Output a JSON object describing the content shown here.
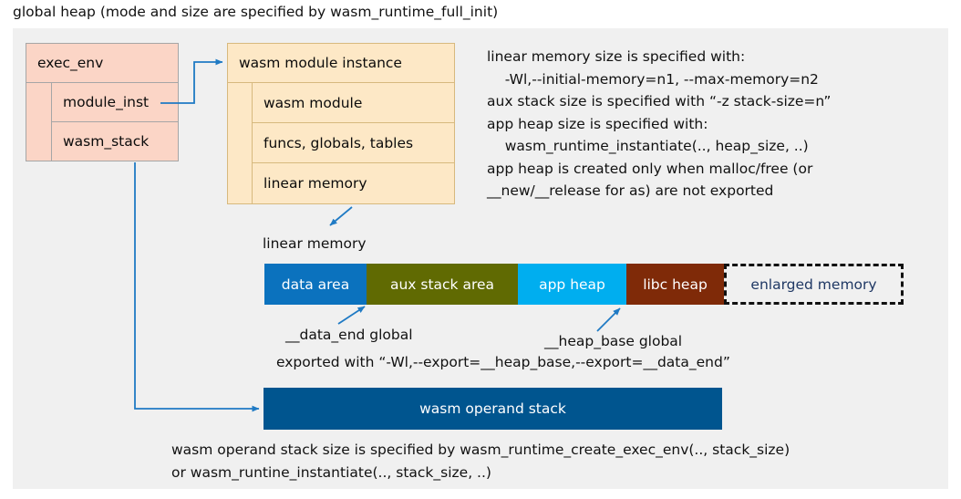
{
  "title": "global heap (mode and size are specified by wasm_runtime_full_init)",
  "colors": {
    "canvas_bg": "#f0f0f0",
    "exec_env_fill": "#fbd5c6",
    "module_instance_fill": "#fde8c6",
    "data_area": "#0b72be",
    "aux_stack_area": "#606a02",
    "app_heap": "#00aeef",
    "libc_heap": "#7f2a08",
    "enlarged_memory_text": "#1f3864",
    "operand_stack": "#00558f",
    "connector": "#1f7ac4"
  },
  "exec_env": {
    "header": "exec_env",
    "rows": [
      "module_inst",
      "wasm_stack"
    ]
  },
  "module_instance": {
    "header": "wasm module instance",
    "rows": [
      "wasm module",
      "funcs, globals, tables",
      "linear memory"
    ]
  },
  "notes": "linear memory size is specified with:\n    -Wl,--initial-memory=n1, --max-memory=n2\naux stack size is specified with “-z stack-size=n”\napp heap size is specified with:\n    wasm_runtime_instantiate(.., heap_size, ..)\napp heap is created only when malloc/free (or\n__new/__release for as) are not exported",
  "linear_memory": {
    "caption": "linear memory",
    "segments": [
      {
        "label": "data area",
        "color": "#0b72be",
        "text_color": "#ffffff",
        "style": "solid"
      },
      {
        "label": "aux stack area",
        "color": "#606a02",
        "text_color": "#ffffff",
        "style": "solid"
      },
      {
        "label": "app heap",
        "color": "#00aeef",
        "text_color": "#ffffff",
        "style": "solid"
      },
      {
        "label": "libc heap",
        "color": "#7f2a08",
        "text_color": "#ffffff",
        "style": "solid"
      },
      {
        "label": "enlarged memory",
        "color": "#f0f0f0",
        "text_color": "#1f3864",
        "style": "dashed"
      }
    ]
  },
  "annotations": {
    "data_end": "__data_end global",
    "heap_base": "__heap_base global",
    "exported_with": "exported with “-Wl,--export=__heap_base,--export=__data_end”"
  },
  "operand_stack": {
    "label": "wasm operand stack",
    "note": "wasm operand stack size is specified by wasm_runtime_create_exec_env(.., stack_size)\nor wasm_runtine_instantiate(.., stack_size, ..)"
  }
}
